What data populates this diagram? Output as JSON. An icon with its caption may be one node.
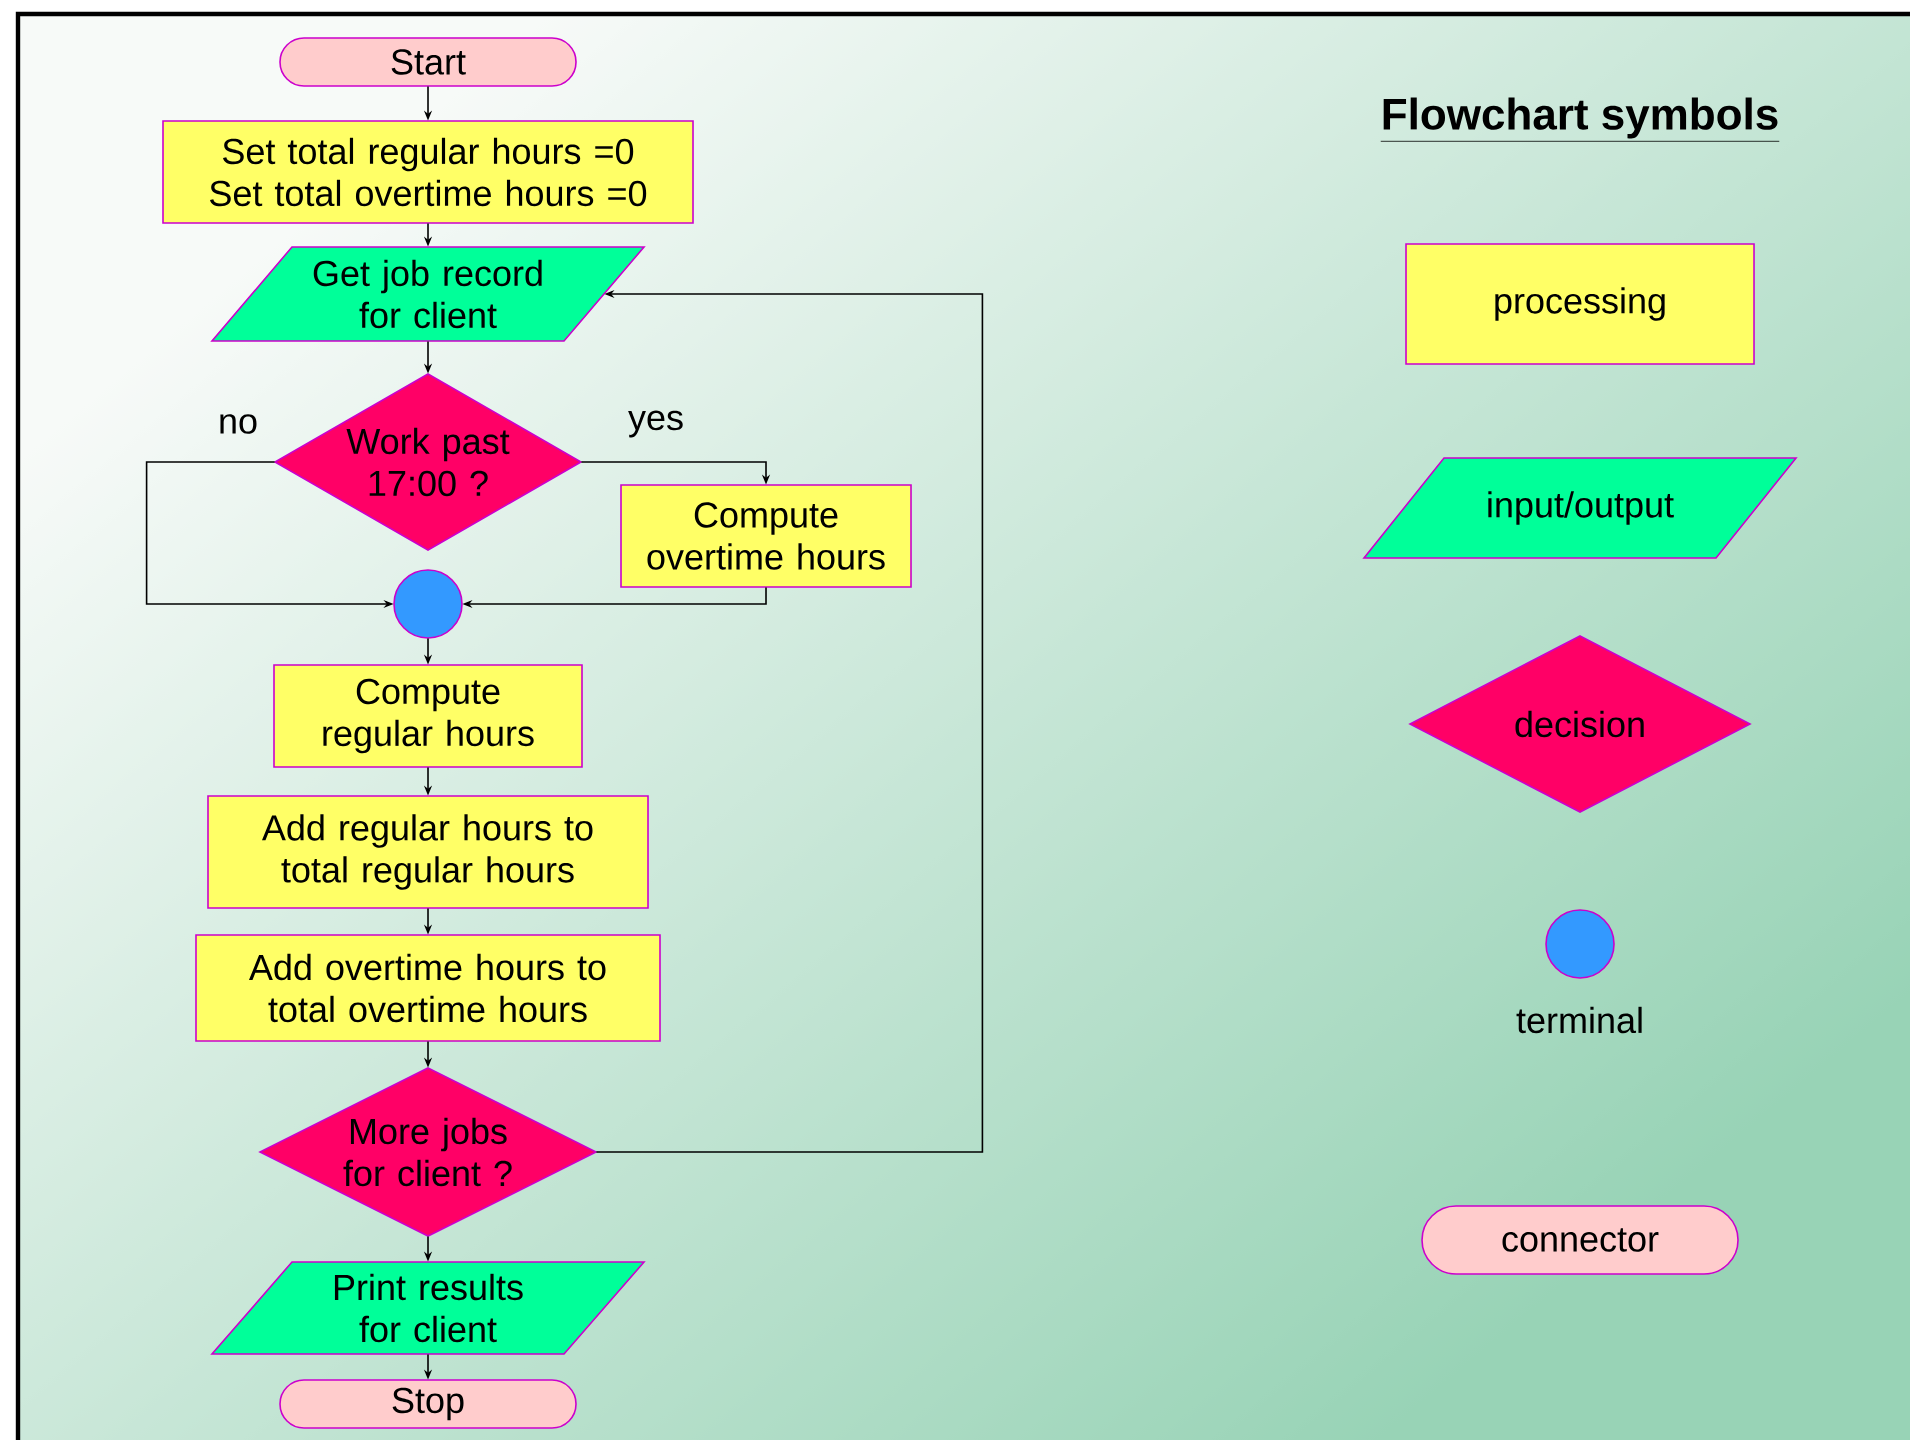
{
  "diagram": {
    "title": "Flowchart symbols",
    "nodes": [
      {
        "text": [
          "Start"
        ]
      },
      {
        "text": [
          "Set total regular hours =0 Set total overtime hours =0"
        ]
      },
      {
        "text": [
          "Get job record for client"
        ]
      },
      {
        "text": [
          "Work past 17:00 ?"
        ]
      },
      {
        "text": [
          "Compute overtime hours"
        ]
      },
      {
        "text": [],
        "shape": "circle"
      },
      {
        "text": [
          "Compute regular hours"
        ]
      },
      {
        "text": [
          "Add regular hours to total regular hours"
        ]
      },
      {
        "text": [
          "Add overtime hours to total overtime hours"
        ]
      },
      {
        "text": [
          "More jobs for client ?"
        ]
      },
      {
        "text": [
          "Print results for client"
        ]
      },
      {
        "text": [
          "Stop"
        ]
      },
      {
        "text": [
          "processing"
        ]
      },
      {
        "text": [
          "input/output"
        ]
      },
      {
        "text": [
          "decision"
        ]
      },
      {
        "text": [],
        "shape": "circle",
        "beside": [
          "terminal"
        ]
      },
      {
        "text": [
          "connector"
        ]
      }
    ],
    "edges": [
      {
        "from": 0,
        "to": 1,
        "arrow": "to"
      },
      {
        "from": 1,
        "to": 2,
        "arrow": "to"
      },
      {
        "from": 2,
        "to": 3,
        "arrow": "to"
      },
      {
        "from": 3,
        "to": 4,
        "arrow": "to",
        "label": "yes"
      },
      {
        "from": 3,
        "to": 5,
        "arrow": "to",
        "label": "no"
      },
      {
        "from": 4,
        "to": 5,
        "arrow": "to"
      },
      {
        "from": 5,
        "to": 6,
        "arrow": "to"
      },
      {
        "from": 6,
        "to": 7,
        "arrow": "to"
      },
      {
        "from": 7,
        "to": 8,
        "arrow": "to"
      },
      {
        "from": 8,
        "to": 9,
        "arrow": "to"
      },
      {
        "from": 9,
        "to": 2,
        "arrow": "to"
      },
      {
        "from": 9,
        "to": 10,
        "arrow": "to"
      },
      {
        "from": 10,
        "to": 11,
        "arrow": "to"
      }
    ]
  }
}
